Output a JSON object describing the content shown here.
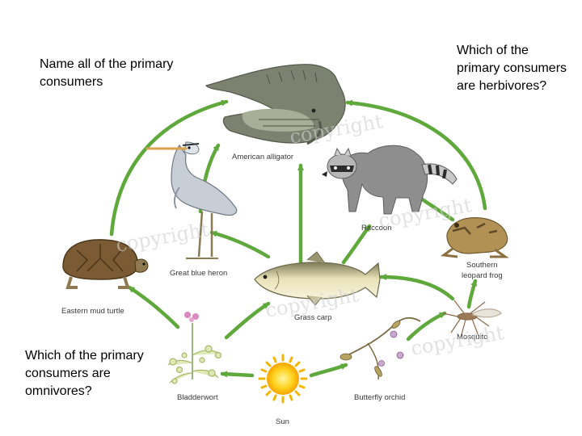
{
  "questions": {
    "q1": "Name all of the primary consumers",
    "q2": "Which of the primary consumers are herbivores?",
    "q3": "Which of the primary consumers are omnivores?"
  },
  "organisms": {
    "alligator": "American alligator",
    "raccoon": "Raccoon",
    "frog_line1": "Southern",
    "frog_line2": "leopard frog",
    "heron": "Great blue heron",
    "turtle": "Eastern mud turtle",
    "carp": "Grass carp",
    "mosquito": "Mosquito",
    "bladderwort": "Bladderwort",
    "orchid": "Butterfly orchid",
    "sun": "Sun"
  },
  "watermark": "copyright",
  "colors": {
    "arrow": "#5fa83b"
  }
}
